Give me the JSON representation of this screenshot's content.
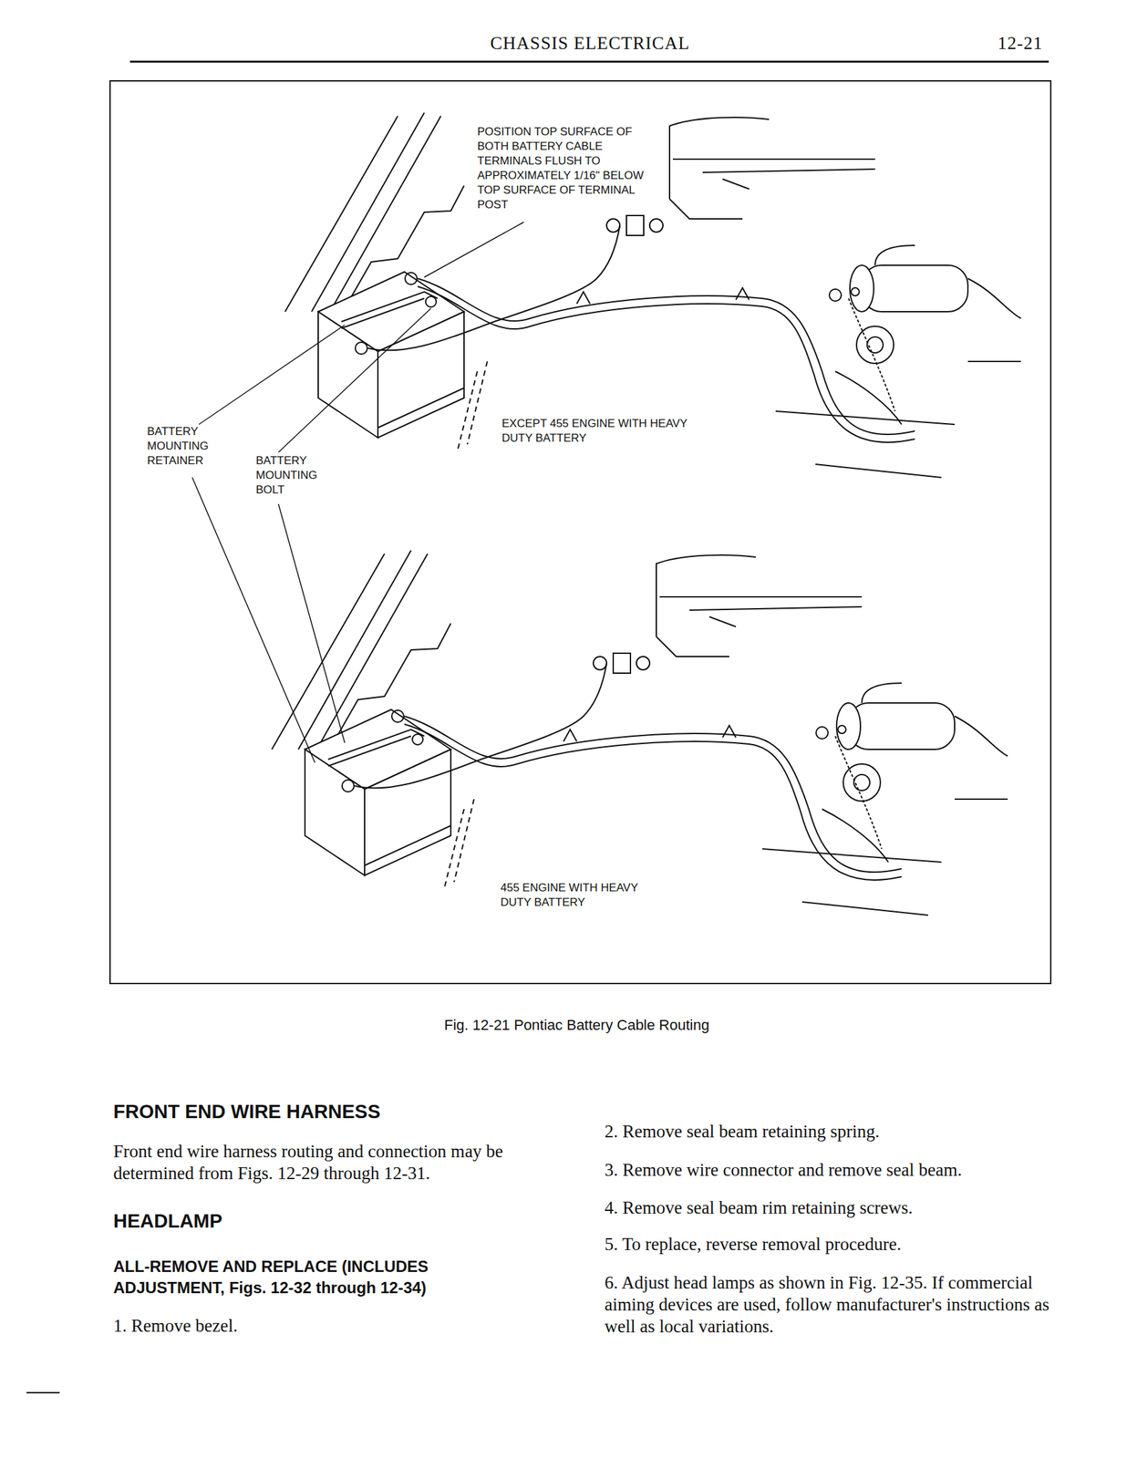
{
  "diagram": {
    "title": "CHASSIS ELECTRICAL",
    "caption": "Fig. 12-21 Pontiac Battery Cable Routing",
    "labels": [
      "12-21",
      "POSITION TOP SURFACE OF BOTH BATTERY CABLE TERMINALS FLUSH TO APPROXIMATELY 1/16\" BELOW TOP SURFACE OF TERMINAL POST",
      "EXCEPT 455 ENGINE WITH HEAVY DUTY BATTERY",
      "BATTERY MOUNTING RETAINER",
      "BATTERY MOUNTING BOLT",
      "455 ENGINE WITH HEAVY DUTY BATTERY",
      "FRONT END WIRE HARNESS",
      "Front end wire harness routing and connection may be determined from Figs. 12-29 through 12-31.",
      "HEADLAMP",
      "ALL-REMOVE AND REPLACE (INCLUDES ADJUSTMENT, Figs. 12-32 through 12-34)",
      "1. Remove bezel.",
      "2. Remove seal beam retaining spring.",
      "3. Remove wire connector and remove seal beam.",
      "4. Remove seal beam rim retaining screws.",
      "5. To replace, reverse removal procedure.",
      "6. Adjust head lamps as shown in Fig. 12-35. If commercial aiming devices are used, follow manufacturer's instructions as well as local variations."
    ]
  }
}
